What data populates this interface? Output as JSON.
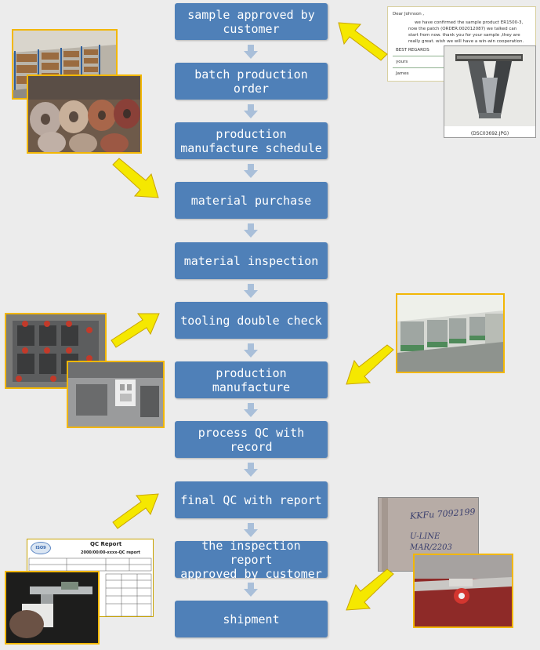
{
  "steps": [
    {
      "line1": "sample approved by",
      "line2": "customer"
    },
    {
      "line1": "batch production",
      "line2": "order"
    },
    {
      "line1": "production",
      "line2": "manufacture schedule"
    },
    {
      "line1": "material purchase",
      "line2": ""
    },
    {
      "line1": "material inspection",
      "line2": ""
    },
    {
      "line1": "tooling double check",
      "line2": ""
    },
    {
      "line1": "production",
      "line2": "manufacture"
    },
    {
      "line1": "process QC with",
      "line2": "record"
    },
    {
      "line1": "final QC with report",
      "line2": ""
    },
    {
      "line1": "the inspection report",
      "line2": "approved by customer"
    },
    {
      "line1": "shipment",
      "line2": ""
    }
  ],
  "letter": {
    "greeting": "Dear Johnson ,",
    "body": "we have confirmed the sample product ER1500-3, now the patch (ORDER:002012087) we talked can start from now. thank you for your sample ,they are really great. wish we will have a win-win cooperation.",
    "regards": "BEST REGARDS",
    "closing": "yours",
    "signature": "James",
    "photo_caption": "(DSC03692.JPG)"
  },
  "qc_report": {
    "title": "QC Report",
    "subtitle": "2000/00/00-xxxx-QC report",
    "logo": "ISO9"
  },
  "handwriting": {
    "line1": "KKFu  7092199",
    "line2": "U-LINE",
    "line3": "MAR/2203"
  },
  "colors": {
    "step_box": "#4f80b8",
    "connector": "#a9bfd9",
    "highlight_arrow": "#f5e800",
    "photo_border": "#f2b705"
  }
}
